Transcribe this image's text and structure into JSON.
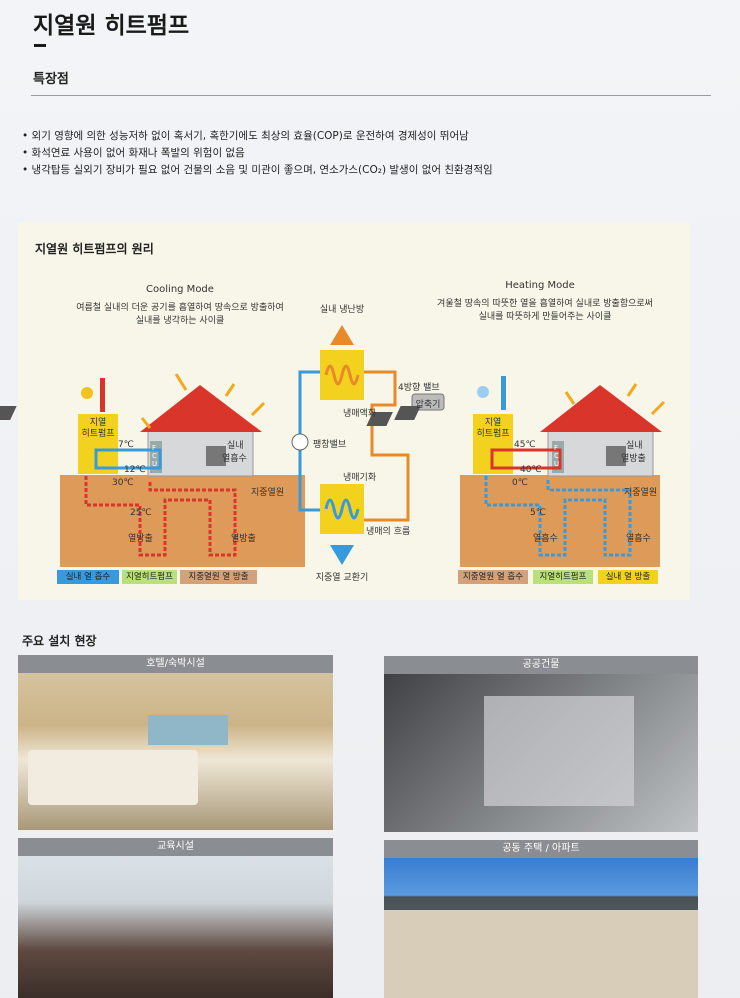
{
  "header": {
    "title": "지열원 히트펌프",
    "section": "특장점"
  },
  "features": [
    "• 외기 영향에 의한 성능저하 없이 혹서기, 혹한기에도 최상의 효율(COP)로 운전하여 경제성이 뛰어남",
    "• 화석연료 사용이 없어 화재나 폭발의 위험이 없음",
    "• 냉각탑등 실외기 장비가 필요 없어 건물의 소음 및 미관이 좋으며, 연소가스(CO₂) 발생이 없어 친환경적임"
  ],
  "principle": {
    "title": "지열원 히트펌프의 원리",
    "cooling": {
      "mode": "Cooling Mode",
      "desc1": "여름철 실내의 더운 공기를 흡열하여 땅속으로 방출하여",
      "desc2": "실내를 냉각하는 사이클",
      "heatpump": "지열\n히트펌프",
      "fcu": "F C U",
      "indoor": "실내",
      "absorb": "열흡수",
      "t_in": "7℃",
      "t_out": "12℃",
      "t_ground1": "30℃",
      "t_ground2": "25℃",
      "release_l": "열방출",
      "release_r": "열방출",
      "ground": "지중열원",
      "legend": [
        "실내 열 흡수",
        "지열히트펌프",
        "지중열원 열 방출"
      ]
    },
    "cycle": {
      "top": "실내 냉난방",
      "condense": "냉매액화",
      "valve4": "4방향 밸브",
      "compressor": "압축기",
      "expansion": "팽창밸브",
      "evaporate": "냉매기화",
      "flow": "냉매의 흐름",
      "bottom": "지중열 교환기"
    },
    "heating": {
      "mode": "Heating Mode",
      "desc1": "겨울철 땅속의 따뜻한 열을 흡열하여 실내로 방출함으로써",
      "desc2": "실내를 따뜻하게 만들어주는 사이클",
      "heatpump": "지열\n히트펌프",
      "fcu": "F C U",
      "indoor": "실내",
      "release": "열방출",
      "t_in": "45℃",
      "t_out": "40℃",
      "t_ground1": "0℃",
      "t_ground2": "5℃",
      "absorb_l": "열흡수",
      "absorb_r": "열흡수",
      "ground": "지중열원",
      "legend": [
        "지중열원 열 흡수",
        "지열히트펌프",
        "실내 열 방출"
      ]
    }
  },
  "sites": {
    "title": "주요 설치 현장",
    "items": [
      "호텔/숙박시설",
      "공공건물",
      "교육시설",
      "공동 주택 / 아파트"
    ]
  },
  "colors": {
    "red": "#d9352a",
    "blue": "#3a9ad9",
    "yellow": "#f2d21f",
    "ground": "#d98a3e",
    "orange": "#e8892a"
  }
}
